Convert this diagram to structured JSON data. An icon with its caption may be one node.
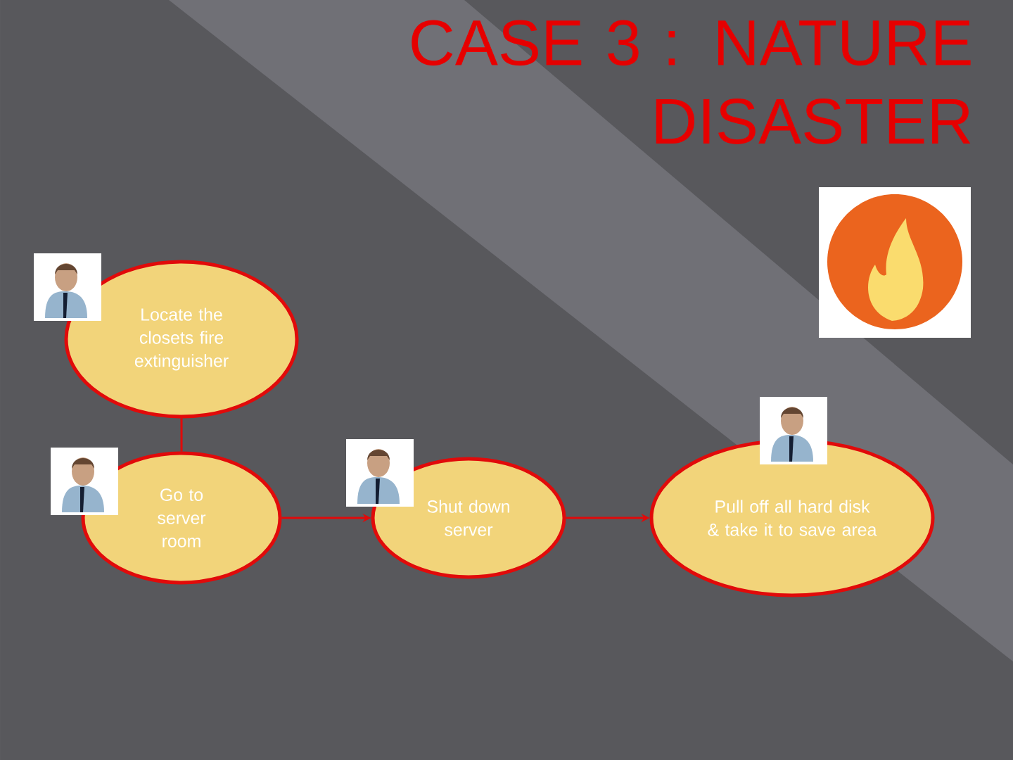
{
  "diagram": {
    "title": "CASE 3 : NATURE DISASTER",
    "nodes": [
      {
        "text": [
          "Locate the closets fire extinguisher"
        ]
      },
      {
        "text": [
          "Go to server room"
        ]
      },
      {
        "text": [
          "Shut down server"
        ]
      },
      {
        "text": [
          "Pull off all hard disk & take it to save area"
        ]
      }
    ],
    "edges": [
      {
        "from": 0,
        "to": 1,
        "arrow": "none"
      },
      {
        "from": 1,
        "to": 2,
        "arrow": "to"
      },
      {
        "from": 2,
        "to": 3,
        "arrow": "to"
      }
    ]
  }
}
